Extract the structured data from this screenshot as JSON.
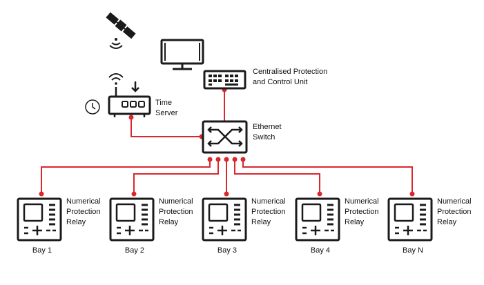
{
  "labels": {
    "central_line1": "Centralised Protection",
    "central_line2": "and Control Unit",
    "time_line1": "Time",
    "time_line2": "Server",
    "switch_line1": "Ethernet",
    "switch_line2": "Switch"
  },
  "relays": [
    {
      "line1": "Numerical",
      "line2": "Protection",
      "line3": "Relay",
      "bay": "Bay 1"
    },
    {
      "line1": "Numerical",
      "line2": "Protection",
      "line3": "Relay",
      "bay": "Bay 2"
    },
    {
      "line1": "Numerical",
      "line2": "Protection",
      "line3": "Relay",
      "bay": "Bay 3"
    },
    {
      "line1": "Numerical",
      "line2": "Protection",
      "line3": "Relay",
      "bay": "Bay 4"
    },
    {
      "line1": "Numerical",
      "line2": "Protection",
      "line3": "Relay",
      "bay": "Bay N"
    }
  ],
  "colors": {
    "line": "#d9272e",
    "stroke": "#1a1a1a"
  }
}
